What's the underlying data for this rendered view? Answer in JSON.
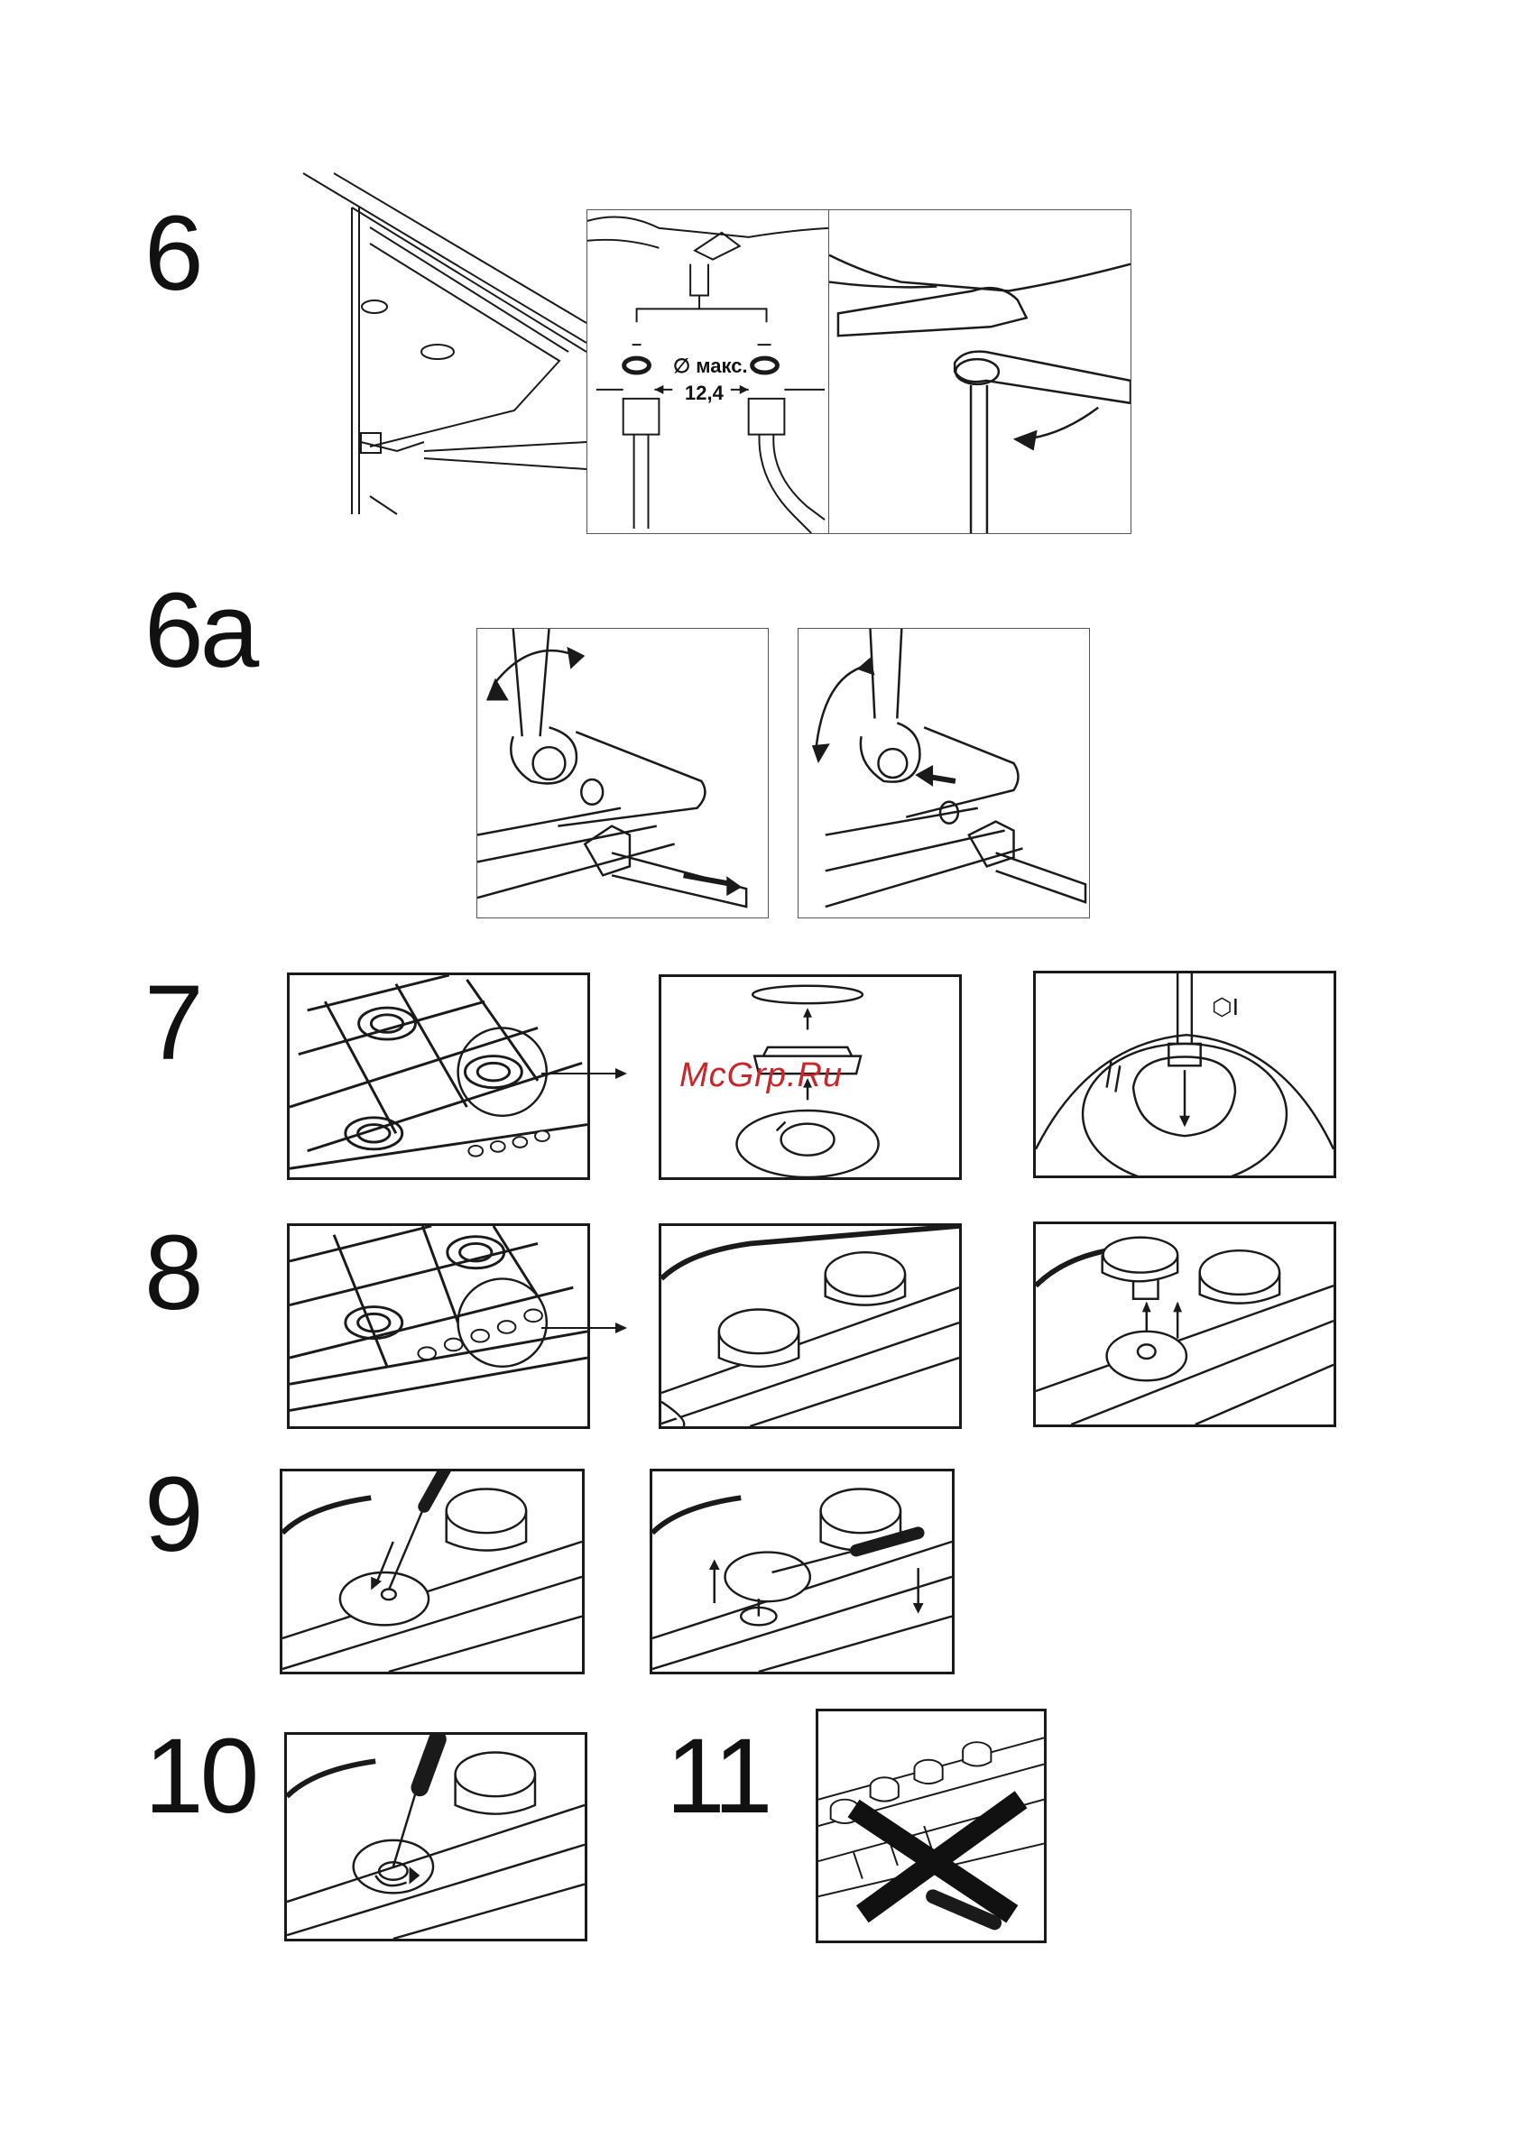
{
  "steps": {
    "s6": "6",
    "s6a": "6a",
    "s7": "7",
    "s8": "8",
    "s9": "9",
    "s10": "10",
    "s11": "11"
  },
  "labels": {
    "diameter": "∅ макс.",
    "size": "12,4",
    "hex_tool": "⬡I"
  },
  "watermark": "McGrp.Ru",
  "colors": {
    "line": "#1a1a1a",
    "watermark": "#c8262a",
    "cross": "#111111"
  },
  "icons": [
    "gas-pipe-icon",
    "wrench-icon",
    "burner-icon",
    "knob-icon",
    "screwdriver-icon",
    "cross-icon",
    "arrow-icon"
  ]
}
